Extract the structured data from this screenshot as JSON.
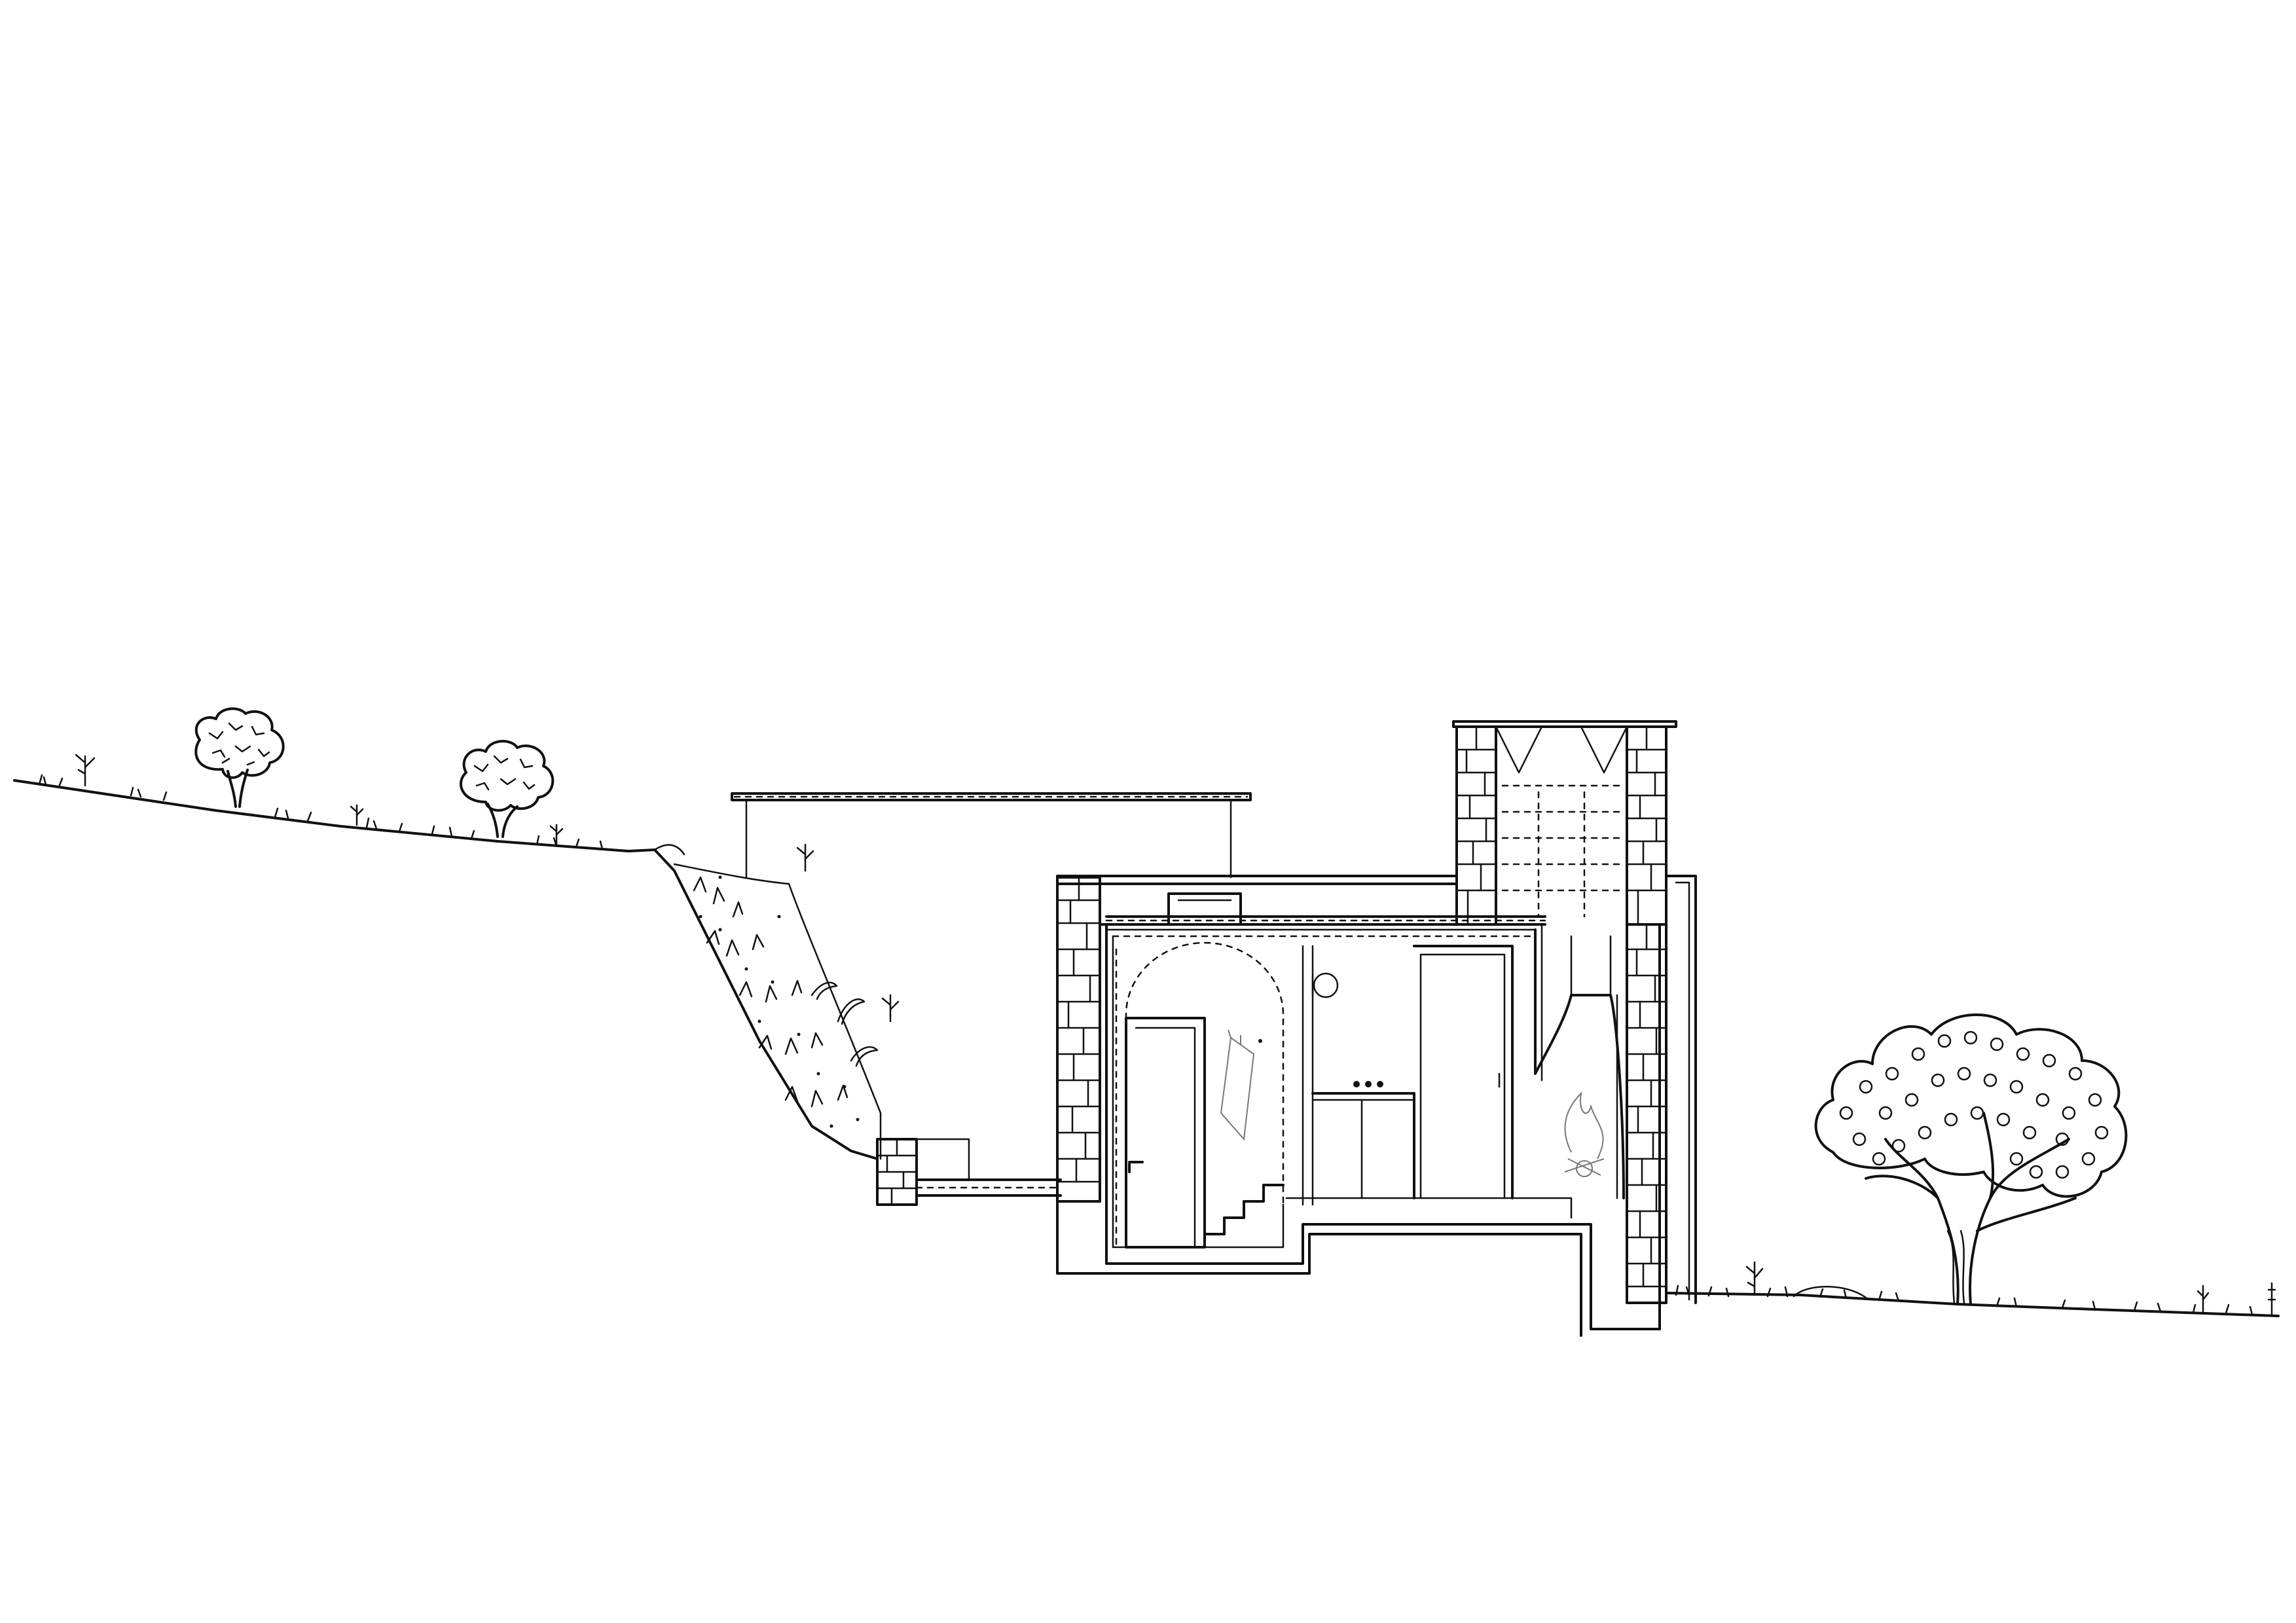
{
  "drawing": {
    "type": "architectural-section",
    "has_text": false,
    "line_color": "#111111",
    "background_color": "#ffffff",
    "elements": [
      "hillside-terrain",
      "planted-embankment",
      "stone-retaining-wall",
      "stone-wall-left",
      "flat-roof",
      "skylight",
      "arched-alcove",
      "door",
      "stair",
      "cabinet",
      "wardrobe",
      "fireplace",
      "chimney",
      "stone-wall-right",
      "ground-line-right",
      "tree-left-1",
      "tree-left-2",
      "olive-tree-right"
    ]
  }
}
